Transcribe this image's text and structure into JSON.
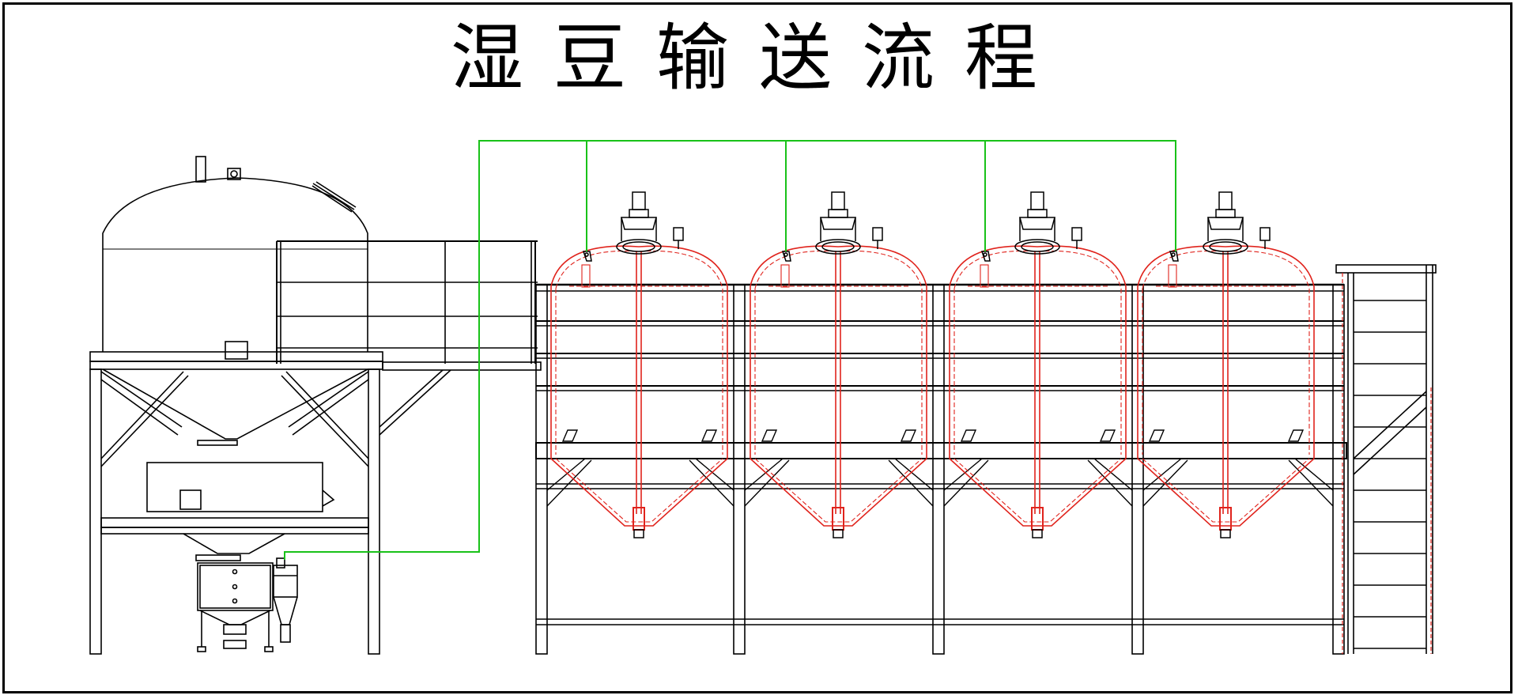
{
  "diagram": {
    "title": "湿豆输送流程",
    "colors": {
      "line": "#000000",
      "tank": "#e0231c",
      "pipe": "#19c219",
      "background": "#ffffff"
    },
    "components": {
      "storage_silo": "silo",
      "feed_hopper": "hopper",
      "soaking_tanks": [
        "tank",
        "tank",
        "tank",
        "tank"
      ],
      "stair": "stair"
    }
  }
}
